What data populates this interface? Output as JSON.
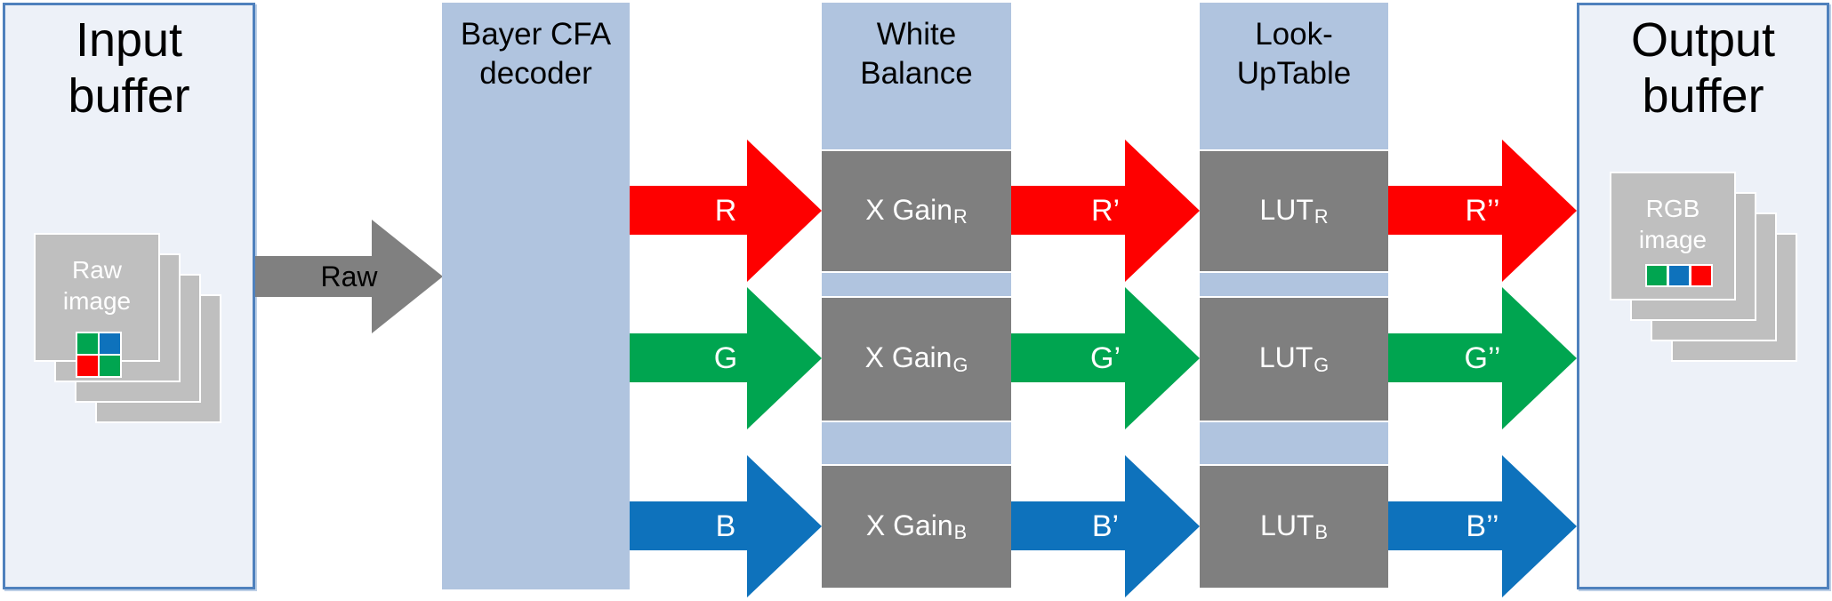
{
  "colors": {
    "red": "#fe0000",
    "green": "#00a550",
    "blue": "#0e72bc",
    "box_gray": "#7f7f7f",
    "column_blue": "#b0c4df",
    "buffer_fill": "#edf1f8",
    "buffer_border": "#4f81bd",
    "stack_gray": "#bfbfbf",
    "arrow_gray": "#808080"
  },
  "input_buffer": {
    "title_lines": [
      "Input",
      "buffer"
    ],
    "image_label_lines": [
      "Raw",
      "image"
    ],
    "bayer_cells": [
      "green",
      "blue",
      "red",
      "green"
    ]
  },
  "output_buffer": {
    "title_lines": [
      "Output",
      "buffer"
    ],
    "image_label_lines": [
      "RGB",
      "image"
    ],
    "rgb_cells": [
      "green",
      "blue",
      "red"
    ]
  },
  "raw_arrow": {
    "label": "Raw"
  },
  "decoder_column": {
    "title_lines": [
      "Bayer CFA",
      "decoder"
    ]
  },
  "white_balance_column": {
    "title_lines": [
      "White",
      "Balance"
    ],
    "boxes": [
      {
        "label": "X Gain",
        "sub": "R"
      },
      {
        "label": "X Gain",
        "sub": "G"
      },
      {
        "label": "X Gain",
        "sub": "B"
      }
    ]
  },
  "lut_column": {
    "title_lines": [
      "Look-",
      "UpTable"
    ],
    "boxes": [
      {
        "label": "LUT",
        "sub": "R"
      },
      {
        "label": "LUT",
        "sub": "G"
      },
      {
        "label": "LUT",
        "sub": "B"
      }
    ]
  },
  "arrows": {
    "stage1": {
      "r": "R",
      "g": "G",
      "b": "B"
    },
    "stage2": {
      "r": "R’",
      "g": "G’",
      "b": "B’"
    },
    "stage3": {
      "r": "R’’",
      "g": "G’’",
      "b": "B’’"
    }
  }
}
